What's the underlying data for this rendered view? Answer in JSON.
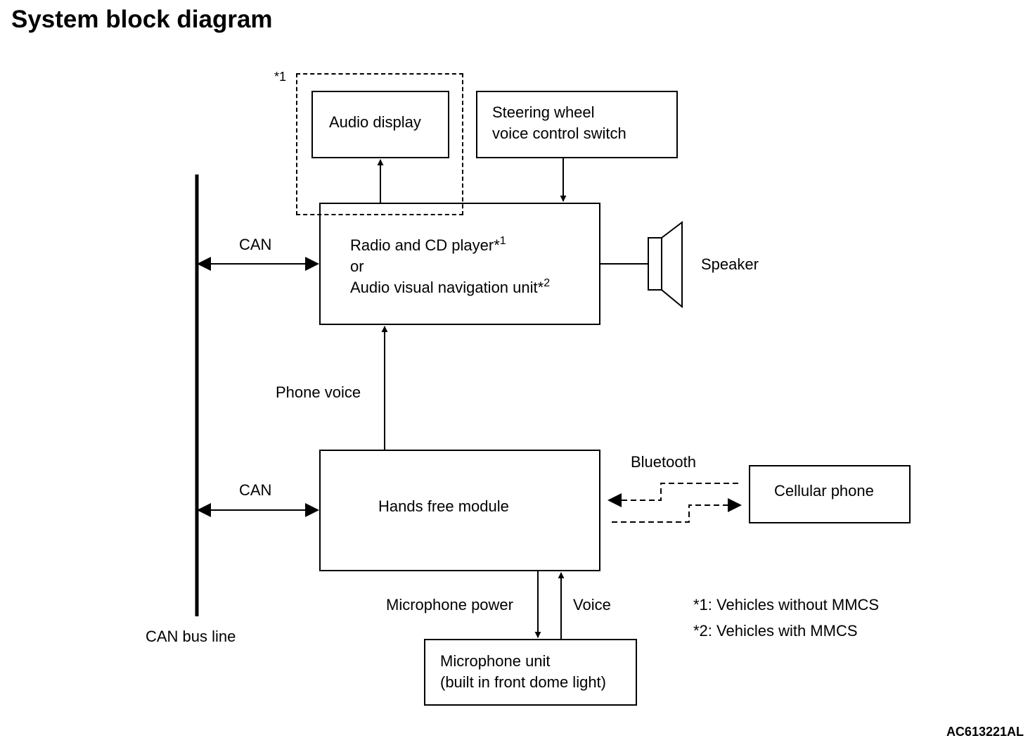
{
  "title": "System block diagram",
  "figure_code": "AC613221AL",
  "nodes": {
    "audio_display": {
      "label": "Audio display",
      "note": "*1"
    },
    "steering_switch": {
      "line1": "Steering wheel",
      "line2": "voice control switch"
    },
    "radio_unit": {
      "line1": "Radio and CD player*",
      "line1_sup": "1",
      "line2": "or",
      "line3": "Audio visual navigation unit*",
      "line3_sup": "2"
    },
    "speaker": {
      "label": "Speaker"
    },
    "hands_free": {
      "label": "Hands free module"
    },
    "cellular_phone": {
      "label": "Cellular phone"
    },
    "microphone": {
      "line1": "Microphone unit",
      "line2": "(built in front dome light)"
    }
  },
  "edges": {
    "can_top": "CAN",
    "can_bottom": "CAN",
    "phone_voice": "Phone voice",
    "bluetooth": "Bluetooth",
    "mic_power": "Microphone power",
    "voice": "Voice",
    "can_bus_line": "CAN bus line"
  },
  "legend": {
    "note1": "*1: Vehicles without MMCS",
    "note2": "*2: Vehicles with MMCS"
  }
}
